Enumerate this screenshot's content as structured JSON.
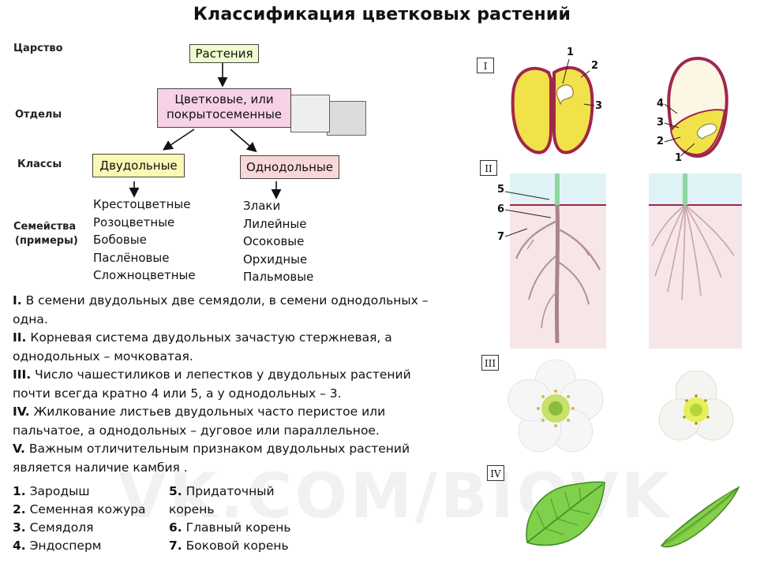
{
  "title": "Классификация цветковых растений",
  "levels": {
    "kingdom": "Царство",
    "divisions": "Отделы",
    "classes": "Классы",
    "families_line1": "Семейства",
    "families_line2": "(примеры)"
  },
  "taxonomy": {
    "kingdom": "Растения",
    "division_line1": "Цветковые, или",
    "division_line2": "покрытосеменные",
    "class_dicots": "Двудольные",
    "class_monocots": "Однодольные",
    "dicot_families": [
      "Крестоцветные",
      "Розоцветные",
      "Бобовые",
      "Паслёновые",
      "Сложноцветные"
    ],
    "monocot_families": [
      "Злаки",
      "Лилейные",
      "Осоковые",
      "Орхидные",
      "Пальмовые"
    ]
  },
  "facts": [
    {
      "num": "I.",
      "text": " В семени двудольных две семядоли, в семени однодольных –",
      "text2": "одна."
    },
    {
      "num": "II.",
      "text": " Корневая система двудольных зачастую стержневая, а",
      "text2": "однодольных – мочковатая."
    },
    {
      "num": "III.",
      "text": " Число чашестиликов и лепестков у двудольных растений",
      "text2": "почти всегда кратно 4 или 5, а у однодольных – 3."
    },
    {
      "num": "IV.",
      "text": " Жилкование листьев двудольных часто перистое или",
      "text2": "пальчатое, а однодольных – дуговое или параллельное."
    },
    {
      "num": "V.",
      "text": " Важным отличительным признаком двудольных растений",
      "text2": "является наличие камбия ."
    }
  ],
  "legend": {
    "left": [
      {
        "num": "1.",
        "text": " Зародыш"
      },
      {
        "num": "2.",
        "text": " Семенная кожура"
      },
      {
        "num": "3.",
        "text": " Семядоля"
      },
      {
        "num": "4.",
        "text": " Эндосперм"
      }
    ],
    "right": [
      {
        "num": "5.",
        "text": " Придаточный"
      },
      {
        "num": "",
        "text": "корень"
      },
      {
        "num": "6.",
        "text": " Главный корень"
      },
      {
        "num": "7.",
        "text": " Боковой корень"
      }
    ]
  },
  "panels": [
    "I",
    "II",
    "III",
    "IV"
  ],
  "seed_labels_left": [
    "1",
    "2",
    "3"
  ],
  "seed_labels_right": [
    "4",
    "3",
    "2",
    "1"
  ],
  "root_labels": [
    "5",
    "6",
    "7"
  ],
  "watermark": "VK.COM/BIOVK",
  "colors": {
    "kingdom_box": "#eefccf",
    "division_box": "#f7d2e6",
    "dicot_box": "#fbf7b4",
    "monocot_box": "#fad7d7",
    "seed_yellow": "#f1e24a",
    "seed_outline": "#a0274a",
    "soil": "#f7e6e8",
    "sky": "#dff3f6"
  }
}
